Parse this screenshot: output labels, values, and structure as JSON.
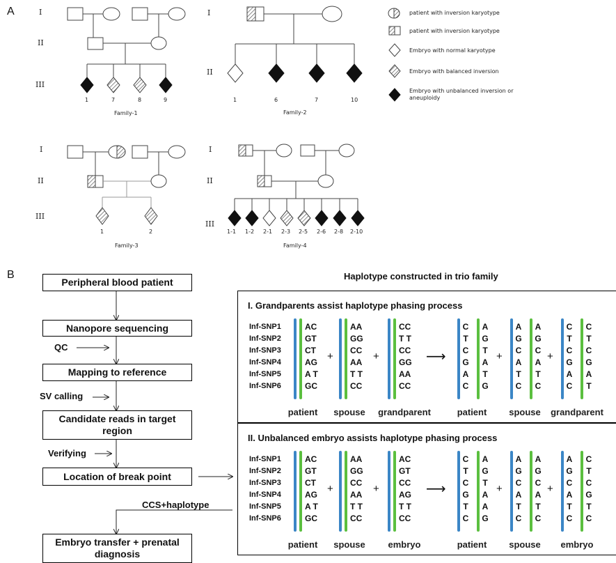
{
  "panel_letters": {
    "a": "A",
    "b": "B"
  },
  "pedigree": {
    "generations": {
      "g1": "I",
      "g2": "II",
      "g3": "III"
    },
    "families": {
      "f1": {
        "caption": "Family-1",
        "ids": [
          "1",
          "7",
          "8",
          "9"
        ]
      },
      "f2": {
        "caption": "Family-2",
        "ids": [
          "1",
          "6",
          "7",
          "10"
        ]
      },
      "f3": {
        "caption": "Family-3",
        "ids": [
          "1",
          "2"
        ]
      },
      "f4": {
        "caption": "Family-4",
        "ids": [
          "1-1",
          "1-2",
          "2-1",
          "2-3",
          "2-5",
          "2-6",
          "2-8",
          "2-10"
        ]
      }
    },
    "legend": [
      {
        "text": "patient with inversion karyotype",
        "symbol": "hatched-circle"
      },
      {
        "text": "patient with inversion karyotype",
        "symbol": "hatched-square"
      },
      {
        "text": "Embryo with normal karyotype",
        "symbol": "empty-diamond"
      },
      {
        "text": "Embryo with balanced inversion",
        "symbol": "hatched-diamond"
      },
      {
        "text": "Embryo with unbalanced inversion or aneuploidy",
        "symbol": "filled-diamond"
      }
    ]
  },
  "workflow": {
    "steps": [
      "Peripheral blood patient",
      "Nanopore sequencing",
      "Mapping to reference",
      "Candidate reads in target region",
      "Location of break point",
      "Embryo transfer + prenatal diagnosis"
    ],
    "side_labels": [
      "QC",
      "SV calling",
      "Verifying",
      "CCS+haplotype"
    ]
  },
  "haplotype": {
    "header": "Haplotype constructed in trio family",
    "snp_labels": [
      "Inf-SNP1",
      "Inf-SNP2",
      "Inf-SNP3",
      "Inf-SNP4",
      "Inf-SNP5",
      "Inf-SNP6"
    ],
    "panel1": {
      "title": "I. Grandparents assist haplotype phasing process",
      "inputs": [
        {
          "caption": "patient",
          "genotypes": [
            "AC",
            "GT",
            "CT",
            "AG",
            "A T",
            "GC"
          ]
        },
        {
          "caption": "spouse",
          "genotypes": [
            "AA",
            "GG",
            "CC",
            "AA",
            "T T",
            "CC"
          ]
        },
        {
          "caption": "grandparent",
          "genotypes": [
            "CC",
            "T T",
            "CC",
            "GG",
            "AA",
            "CC"
          ]
        }
      ],
      "outputs": [
        {
          "caption": "patient",
          "left": [
            "C",
            "T",
            "C",
            "G",
            "A",
            "C"
          ],
          "right": [
            "A",
            "G",
            "T",
            "A",
            "T",
            "G"
          ]
        },
        {
          "caption": "spouse",
          "left": [
            "A",
            "G",
            "C",
            "A",
            "T",
            "C"
          ],
          "right": [
            "A",
            "G",
            "C",
            "A",
            "T",
            "C"
          ]
        },
        {
          "caption": "grandparent",
          "left": [
            "C",
            "T",
            "C",
            "G",
            "A",
            "C"
          ],
          "right": [
            "C",
            "T",
            "C",
            "G",
            "A",
            "T"
          ]
        }
      ]
    },
    "panel2": {
      "title": "II. Unbalanced embryo assists haplotype phasing process",
      "inputs": [
        {
          "caption": "patient",
          "genotypes": [
            "AC",
            "GT",
            "CT",
            "AG",
            "A T",
            "GC"
          ]
        },
        {
          "caption": "spouse",
          "genotypes": [
            "AA",
            "GG",
            "CC",
            "AA",
            "T T",
            "CC"
          ]
        },
        {
          "caption": "embryo",
          "genotypes": [
            "AC",
            "GT",
            "CC",
            "AG",
            "T T",
            "CC"
          ]
        }
      ],
      "outputs": [
        {
          "caption": "patient",
          "left": [
            "C",
            "T",
            "C",
            "G",
            "T",
            "C"
          ],
          "right": [
            "A",
            "G",
            "T",
            "A",
            "A",
            "G"
          ]
        },
        {
          "caption": "spouse",
          "left": [
            "A",
            "G",
            "C",
            "A",
            "T",
            "C"
          ],
          "right": [
            "A",
            "G",
            "C",
            "A",
            "T",
            "C"
          ]
        },
        {
          "caption": "embryo",
          "left": [
            "A",
            "G",
            "C",
            "A",
            "T",
            "C"
          ],
          "right": [
            "C",
            "T",
            "C",
            "G",
            "T",
            "C"
          ]
        }
      ]
    }
  }
}
